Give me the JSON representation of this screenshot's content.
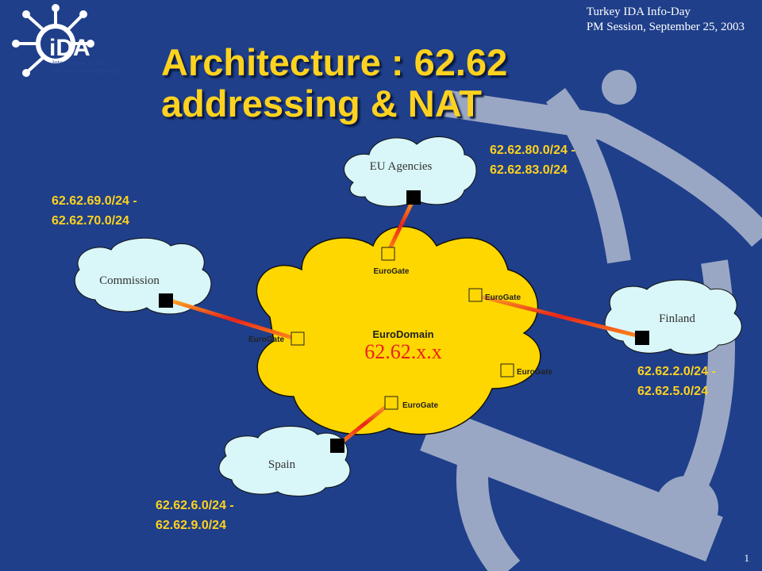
{
  "header": {
    "event_line1": "Turkey IDA Info-Day",
    "event_line2": "PM Session, September 25, 2003"
  },
  "logo": {
    "mark": "iDA",
    "tagline_line1": "Interchange of Data",
    "tagline_line2": "between Administrations"
  },
  "title": {
    "line1": "Architecture : 62.62",
    "line2": "addressing & NAT"
  },
  "central": {
    "domain_label": "EuroDomain",
    "network": "62.62.x.x",
    "gateway_label": "EuroGate"
  },
  "sites": {
    "eu_agencies": {
      "name": "EU Agencies",
      "range_line1": "62.62.80.0/24 -",
      "range_line2": "62.62.83.0/24"
    },
    "commission": {
      "name": "Commission",
      "range_line1": "62.62.69.0/24 -",
      "range_line2": "62.62.70.0/24"
    },
    "finland": {
      "name": "Finland",
      "range_line1": "62.62.2.0/24 -",
      "range_line2": "62.62.5.0/24"
    },
    "spain": {
      "name": "Spain",
      "range_line1": "62.62.6.0/24 -",
      "range_line2": "62.62.9.0/24"
    }
  },
  "colors": {
    "background": "#1f3f8a",
    "accent_text": "#ffd21f",
    "domain_cloud": "#ffd700",
    "site_cloud": "#d9f6f8",
    "network_text": "#e8231a"
  },
  "footer": {
    "page_number": "1"
  }
}
